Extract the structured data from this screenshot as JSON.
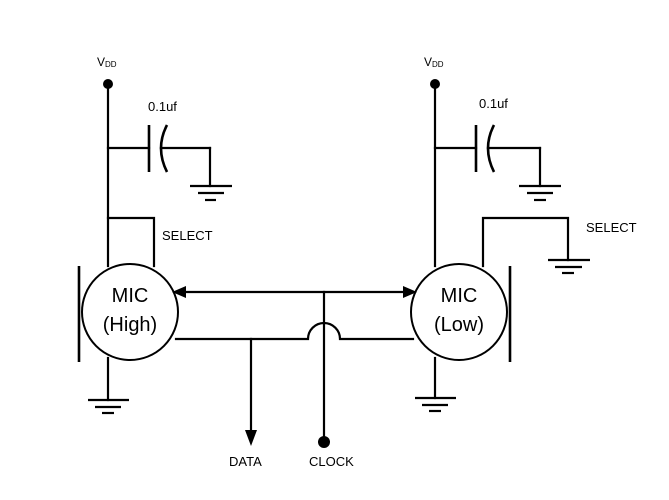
{
  "diagram": {
    "left_mic": {
      "line1": "MIC",
      "line2": "(High)",
      "supply_main": "V",
      "supply_sub": "DD",
      "capacitor": "0.1uf",
      "select": "SELECT"
    },
    "right_mic": {
      "line1": "MIC",
      "line2": "(Low)",
      "supply_main": "V",
      "supply_sub": "DD",
      "capacitor": "0.1uf",
      "select": "SELECT"
    },
    "data_label": "DATA",
    "clock_label": "CLOCK"
  }
}
